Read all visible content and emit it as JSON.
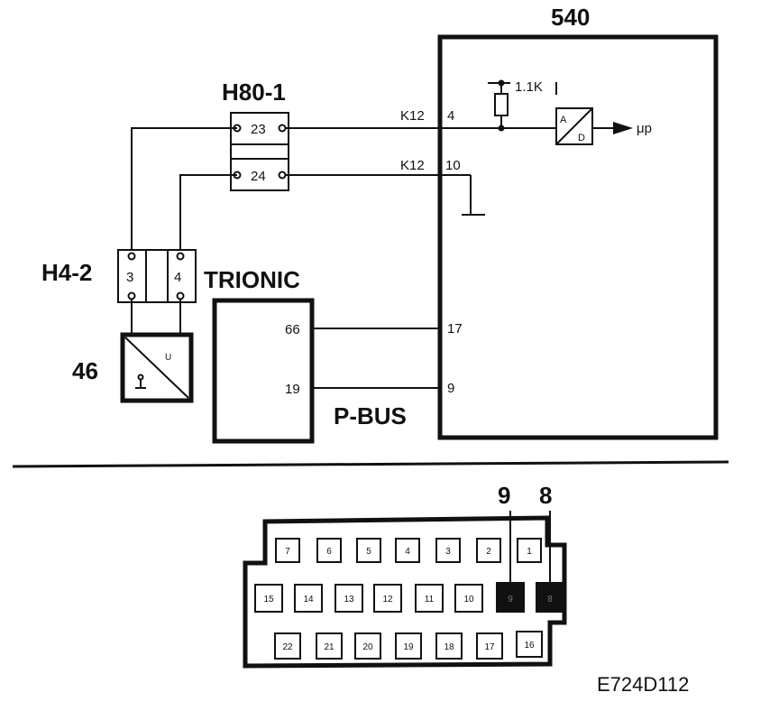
{
  "module_540": {
    "label": "540"
  },
  "resistor": {
    "label": "1.1K"
  },
  "ad_converter": {
    "top": "A",
    "bottom": "D",
    "output": "μp"
  },
  "connector_h80": {
    "label": "H80-1",
    "pins": [
      "23",
      "24"
    ],
    "wire_labels": [
      "K12",
      "K12"
    ],
    "module_pins": [
      "4",
      "10"
    ]
  },
  "connector_h4": {
    "label": "H4-2",
    "pins": [
      "3",
      "4"
    ]
  },
  "sensor": {
    "label": "46",
    "symbol": "U"
  },
  "trionic": {
    "label": "TRIONIC",
    "pins": [
      "66",
      "19"
    ],
    "module_pins": [
      "17",
      "9"
    ],
    "bus_label": "P-BUS"
  },
  "diagnostic_connector": {
    "highlight_labels": [
      "9",
      "8"
    ],
    "row1": [
      "7",
      "6",
      "5",
      "4",
      "3",
      "2",
      "1"
    ],
    "row2": [
      "15",
      "14",
      "13",
      "12",
      "11",
      "10",
      "9",
      "8"
    ],
    "row3": [
      "22",
      "21",
      "20",
      "19",
      "18",
      "17",
      "16"
    ],
    "highlighted_pins": [
      "9",
      "8"
    ]
  },
  "figure_code": "E724D112"
}
